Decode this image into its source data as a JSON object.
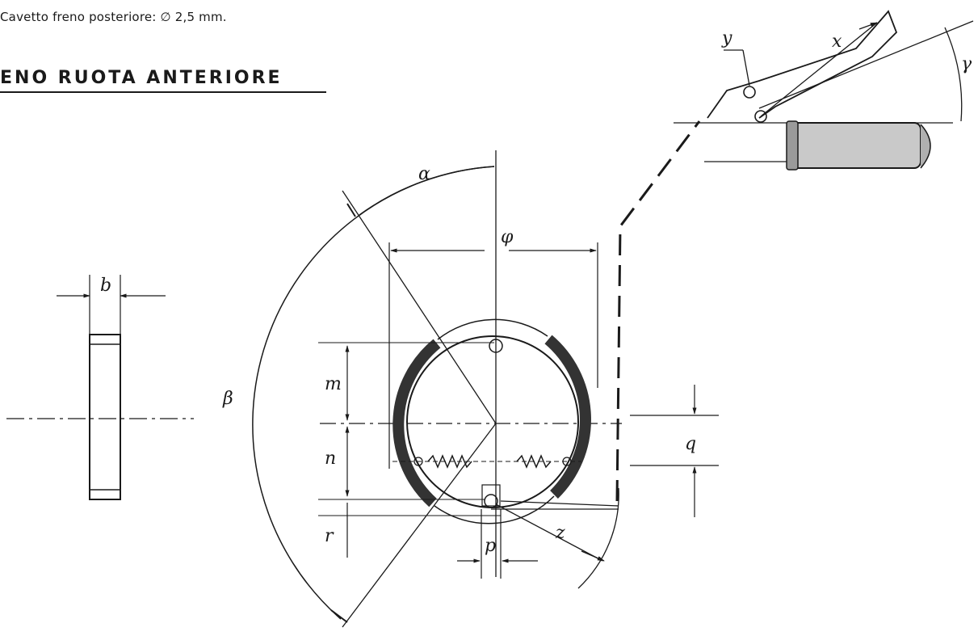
{
  "header": {
    "note": "Cavetto freno posteriore: ∅ 2,5 mm.",
    "title": "ENO RUOTA ANTERIORE"
  },
  "labels": {
    "alpha": "α",
    "beta": "β",
    "gamma": "γ",
    "phi": "φ",
    "b": "b",
    "m": "m",
    "n": "n",
    "r": "r",
    "p": "p",
    "q": "q",
    "x": "x",
    "y": "y",
    "z": "z"
  }
}
